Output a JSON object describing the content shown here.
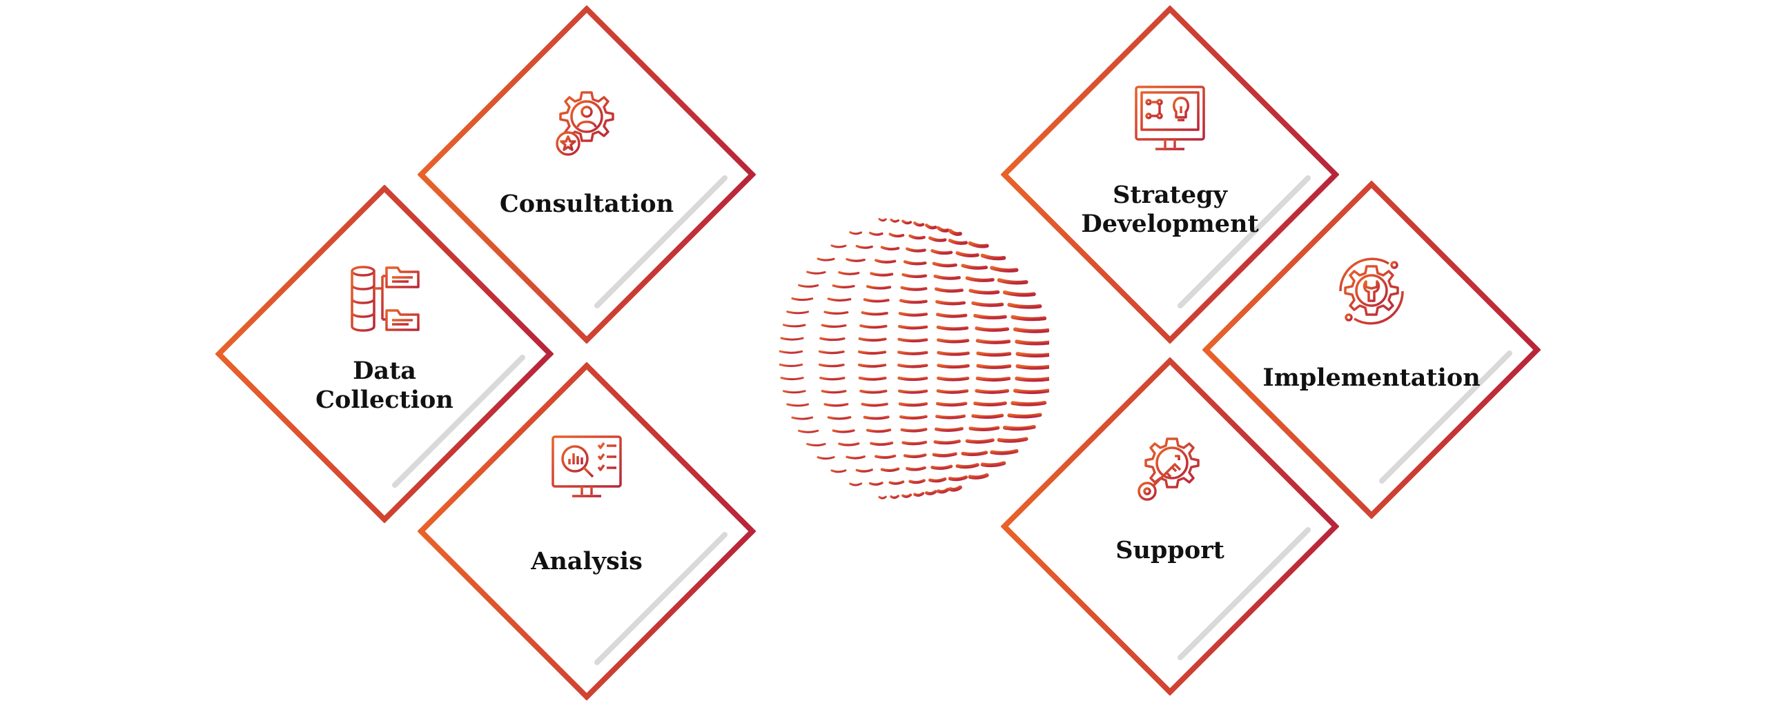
{
  "colors": {
    "gradient_start": "#E8622A",
    "gradient_end": "#B8253A",
    "shadow": "#D9D9D9",
    "text": "#111111"
  },
  "steps": [
    {
      "id": "consultation",
      "lines": [
        "Consultation"
      ],
      "icon": "user-gear-star-icon"
    },
    {
      "id": "data-collection",
      "lines": [
        "Data",
        "Collection"
      ],
      "icon": "database-folders-icon"
    },
    {
      "id": "analysis",
      "lines": [
        "Analysis"
      ],
      "icon": "monitor-chart-search-icon"
    },
    {
      "id": "strategy-development",
      "lines": [
        "Strategy",
        "Development"
      ],
      "icon": "monitor-lightbulb-icon"
    },
    {
      "id": "implementation",
      "lines": [
        "Implementation"
      ],
      "icon": "gear-wrench-icon"
    },
    {
      "id": "support",
      "lines": [
        "Support"
      ],
      "icon": "gear-key-icon"
    }
  ],
  "center_graphic": "dashed-sphere-graphic"
}
